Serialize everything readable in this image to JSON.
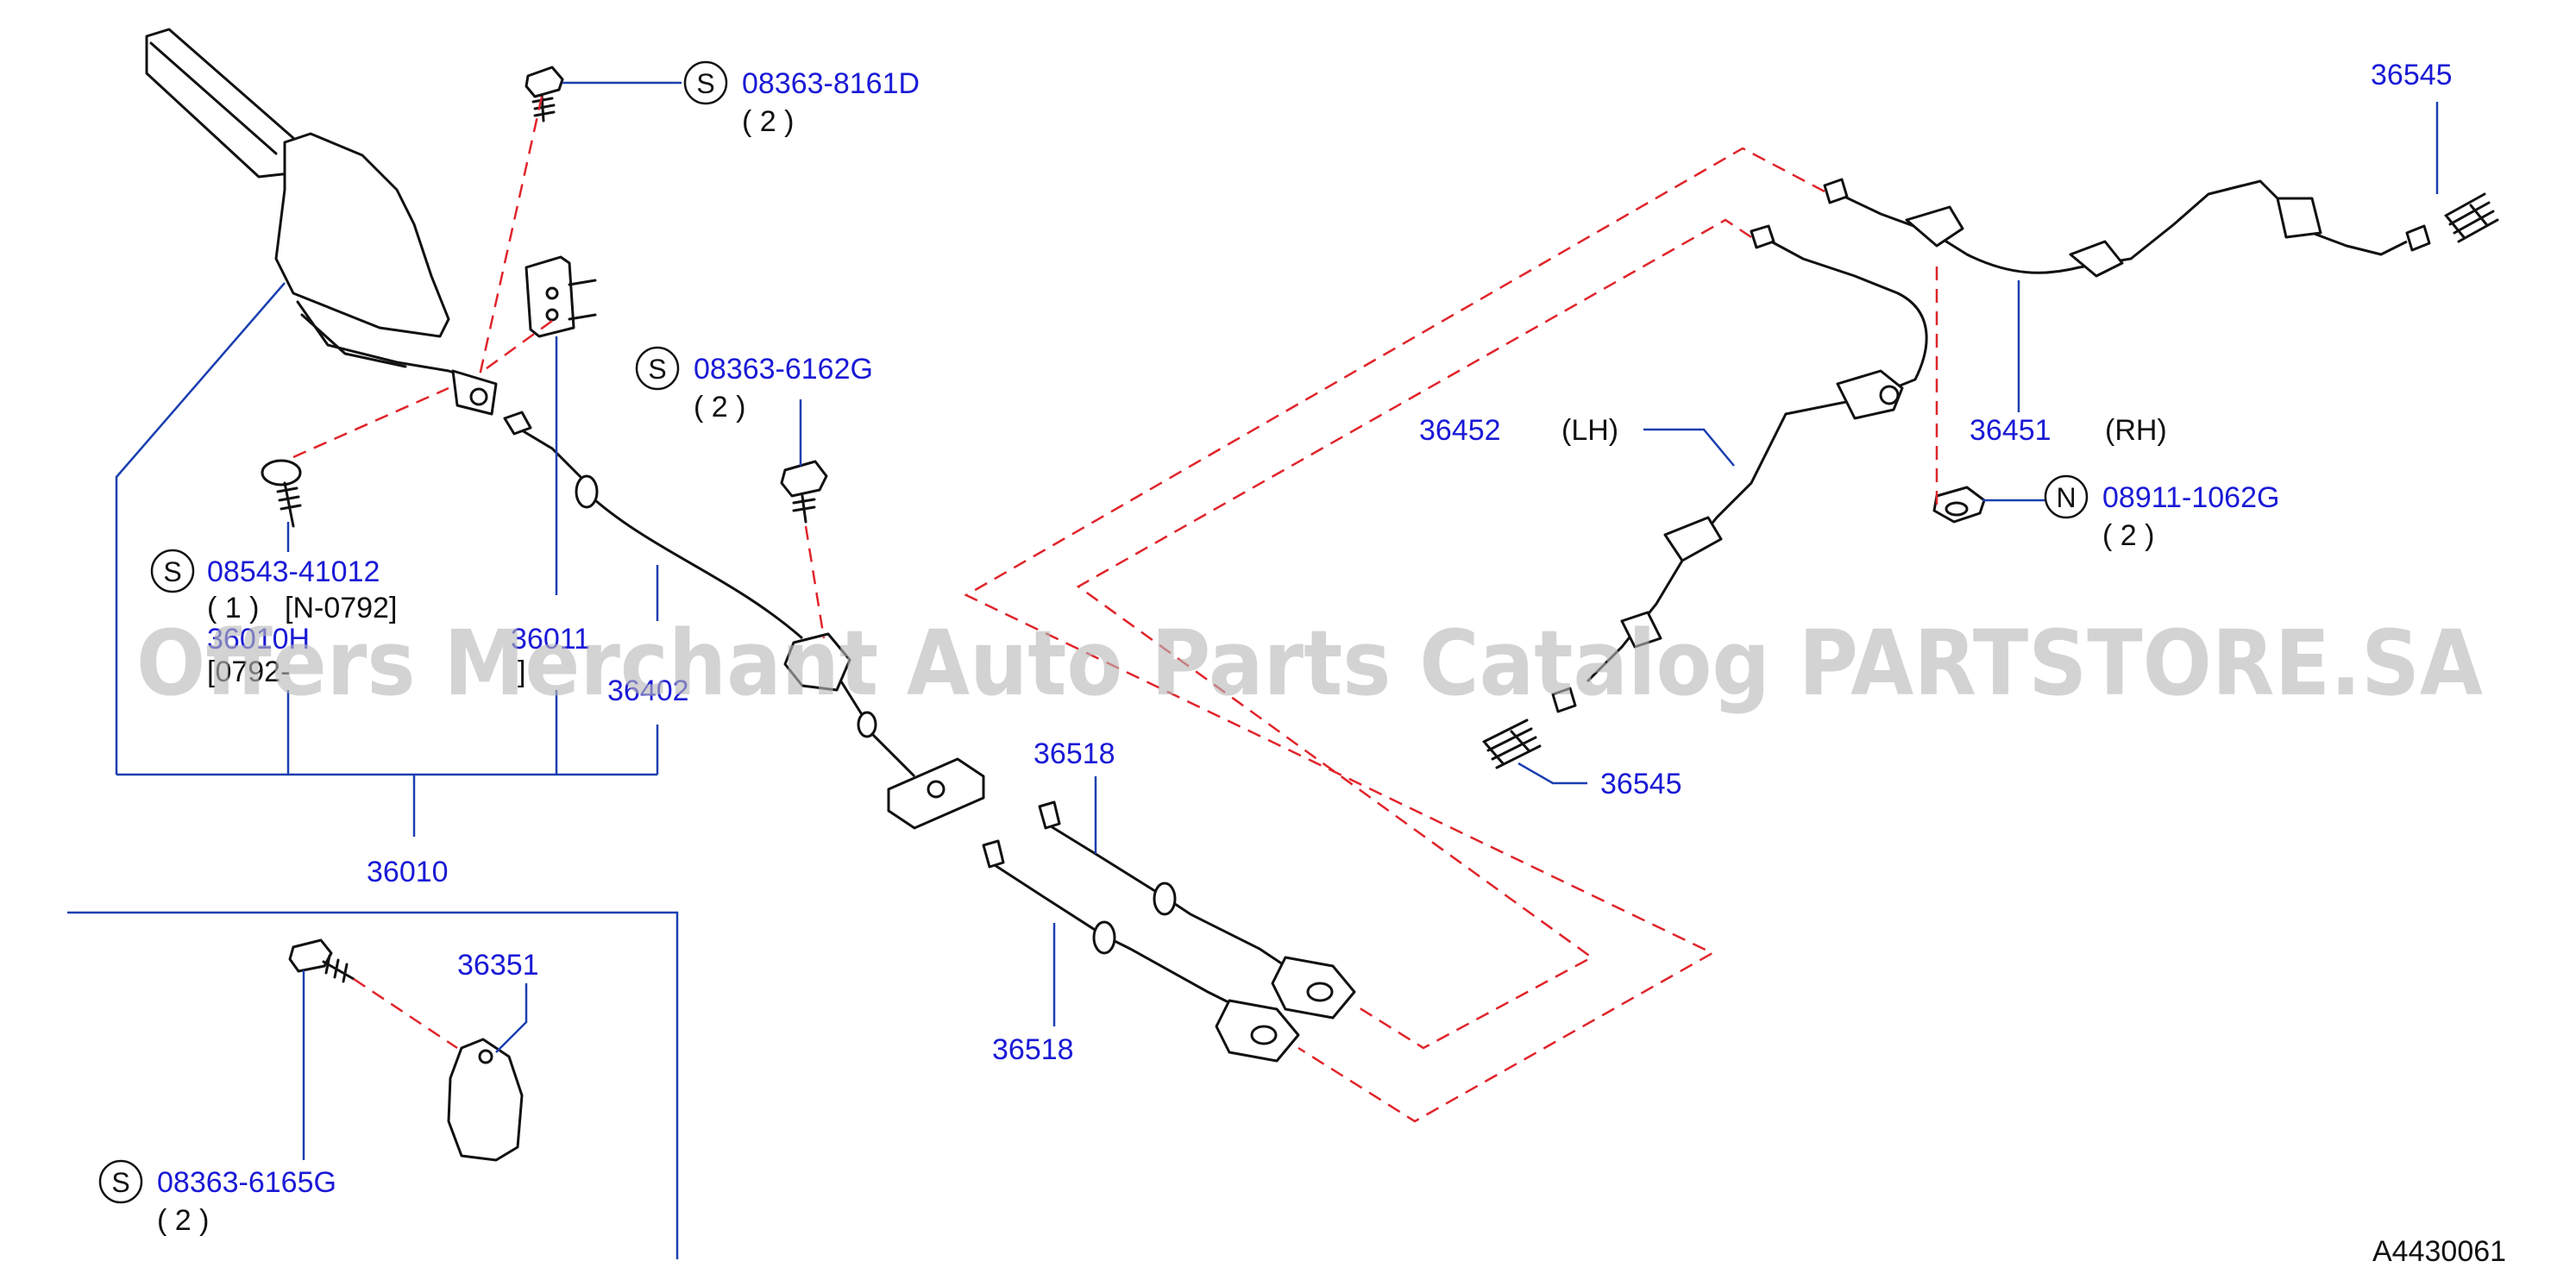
{
  "parts": {
    "p_08363_8161D": "08363-8161D",
    "p_08363_8161D_qty": "( 2 )",
    "p_08363_6162G": "08363-6162G",
    "p_08363_6162G_qty": "( 2 )",
    "p_08543_41012": "08543-41012",
    "p_08543_41012_qty": "( 1 )",
    "p_08543_41012_note": "[N-0792]",
    "p_36010H": "36010H",
    "p_36010H_note": "[0792-",
    "p_36011": "36011",
    "p_36011_note": "]",
    "p_36402": "36402",
    "p_36010": "36010",
    "p_36518_a": "36518",
    "p_36518_b": "36518",
    "p_36351": "36351",
    "p_08363_6165G": "08363-6165G",
    "p_08363_6165G_qty": "( 2 )",
    "p_36452": "36452",
    "p_36452_side": "(LH)",
    "p_36451": "36451",
    "p_36451_side": "(RH)",
    "p_36545_top": "36545",
    "p_36545_mid": "36545",
    "p_08911_1062G": "08911-1062G",
    "p_08911_1062G_qty": "( 2 )"
  },
  "symbols": {
    "s1": "S",
    "s2": "S",
    "s3": "S",
    "s4": "S",
    "n1": "N"
  },
  "diagram_code": "A4430061",
  "watermark": "Offers Merchant Auto Parts Catalog PARTSTORE.SA",
  "colors": {
    "part_number": "#1a1ad6",
    "leader_line": "#1a3fb0",
    "dashed_line": "#e0242a",
    "drawing": "#111111",
    "watermark": "#b8b8b8"
  }
}
